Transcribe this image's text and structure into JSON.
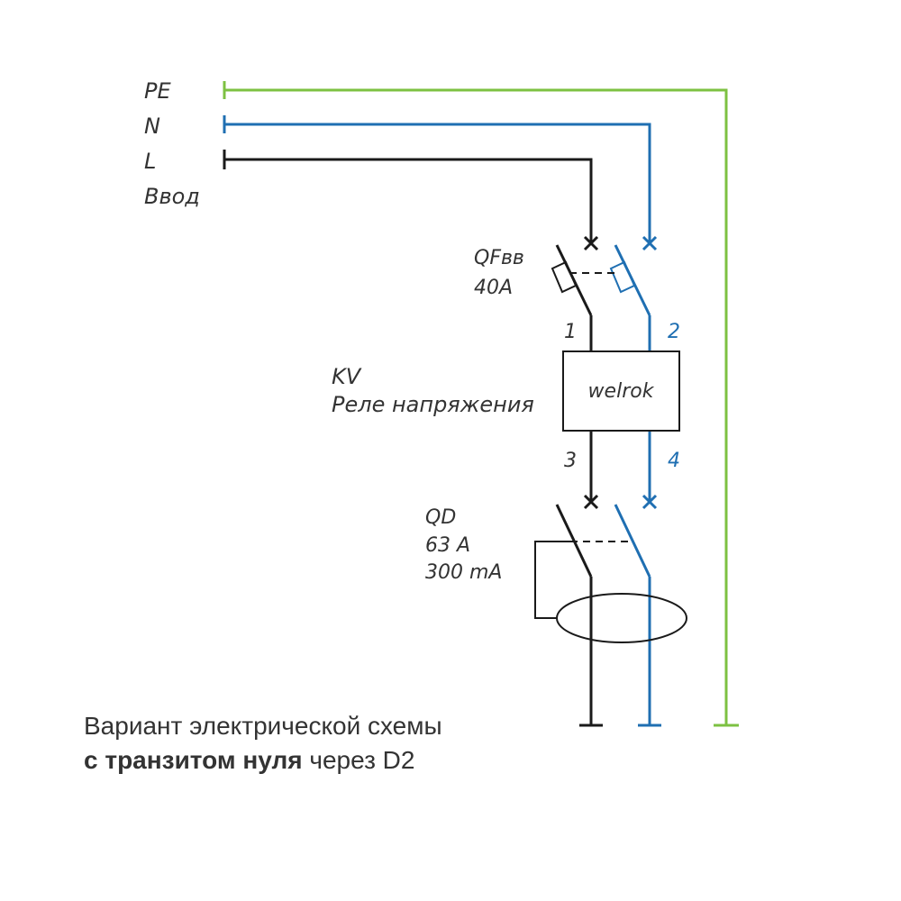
{
  "colors": {
    "pe": "#7dc142",
    "n": "#1f6fb2",
    "l": "#1a1a1a",
    "text": "#333333"
  },
  "input": {
    "pe_label": "PE",
    "n_label": "N",
    "l_label": "L",
    "title": "Ввод"
  },
  "qf": {
    "name": "QFвв",
    "rating": "40A"
  },
  "terminals": {
    "t1": "1",
    "t2": "2",
    "t3": "3",
    "t4": "4"
  },
  "relay": {
    "name": "KV",
    "description": "Реле напряжения",
    "brand": "welrok"
  },
  "qd": {
    "name": "QD",
    "rating": "63 A",
    "leakage": "300 mA"
  },
  "caption": {
    "line1": "Вариант электрической схемы",
    "bold_part": "с транзитом нуля",
    "rest": " через D2"
  }
}
